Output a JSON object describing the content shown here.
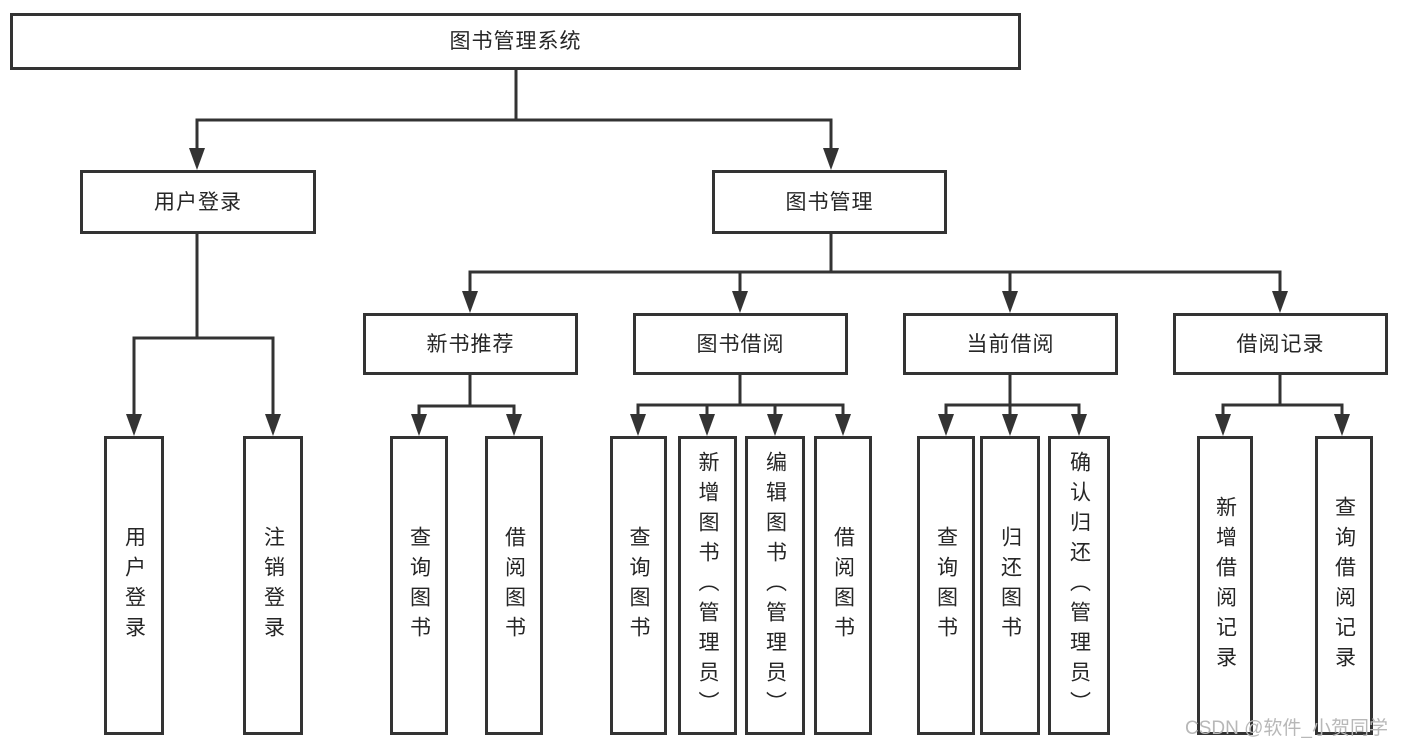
{
  "tree": {
    "root": {
      "label": "图书管理系统"
    },
    "branches": [
      {
        "label": "用户登录",
        "children": [
          {
            "label": "用户登录"
          },
          {
            "label": "注销登录"
          }
        ]
      },
      {
        "label": "图书管理",
        "children": [
          {
            "label": "新书推荐",
            "children": [
              {
                "label": "查询图书"
              },
              {
                "label": "借阅图书"
              }
            ]
          },
          {
            "label": "图书借阅",
            "children": [
              {
                "label": "查询图书"
              },
              {
                "label": "新增图书（管理员）"
              },
              {
                "label": "编辑图书（管理员）"
              },
              {
                "label": "借阅图书"
              }
            ]
          },
          {
            "label": "当前借阅",
            "children": [
              {
                "label": "查询图书"
              },
              {
                "label": "归还图书"
              },
              {
                "label": "确认归还（管理员）"
              }
            ]
          },
          {
            "label": "借阅记录",
            "children": [
              {
                "label": "新增借阅记录"
              },
              {
                "label": "查询借阅记录"
              }
            ]
          }
        ]
      }
    ]
  },
  "watermark": {
    "text": "CSDN @软件_小贺同学"
  },
  "colors": {
    "line": "#333333",
    "border": "#333333",
    "text": "#262626",
    "background": "#ffffff",
    "watermark": "#b8b8b8"
  }
}
